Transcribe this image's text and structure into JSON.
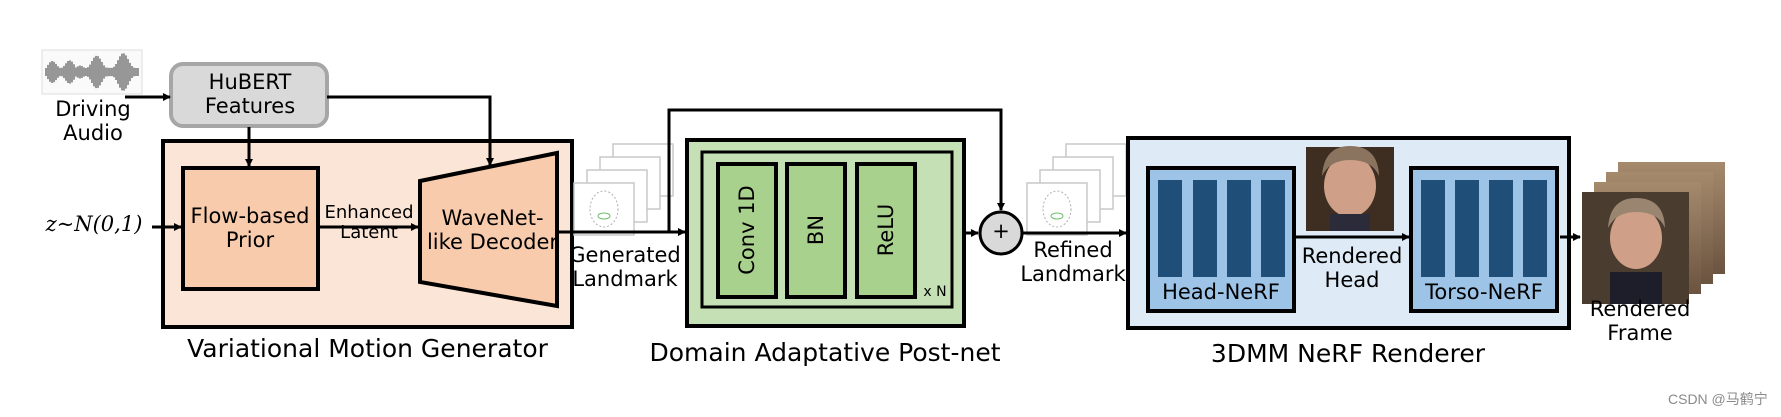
{
  "inputs": {
    "driving_audio": "Driving\nAudio",
    "noise": "z∼N(0,1)"
  },
  "hubert": "HuBERT\nFeatures",
  "vmg": {
    "title": "Variational Motion Generator",
    "flow_prior": "Flow-based\nPrior",
    "enhanced_latent": "Enhanced\nLatent",
    "decoder": "WaveNet-\nlike Decoder"
  },
  "generated_landmark": "Generated\nLandmark",
  "postnet": {
    "title": "Domain Adaptative Post-net",
    "layers": [
      "Conv 1D",
      "BN",
      "ReLU"
    ],
    "repeat": "x N"
  },
  "adder_symbol": "+",
  "refined_landmark": "Refined\nLandmark",
  "renderer": {
    "title": "3DMM NeRF Renderer",
    "head_nerf": "Head-NeRF",
    "rendered_head": "Rendered\nHead",
    "torso_nerf": "Torso-NeRF"
  },
  "rendered_frame": "Rendered\nFrame",
  "watermark": "CSDN @马鹤宁",
  "colors": {
    "vmg_fill": "#fbe5d6",
    "module_fill": "#f8cbad",
    "postnet_outer": "#c5e0b4",
    "postnet_layer": "#a9d18e",
    "renderer_fill": "#deebf7",
    "nerf_fill": "#9dc3e6",
    "nerf_bar": "#1f4e79",
    "hubert_fill": "#d9d9d9",
    "hubert_border": "#a6a6a6"
  }
}
